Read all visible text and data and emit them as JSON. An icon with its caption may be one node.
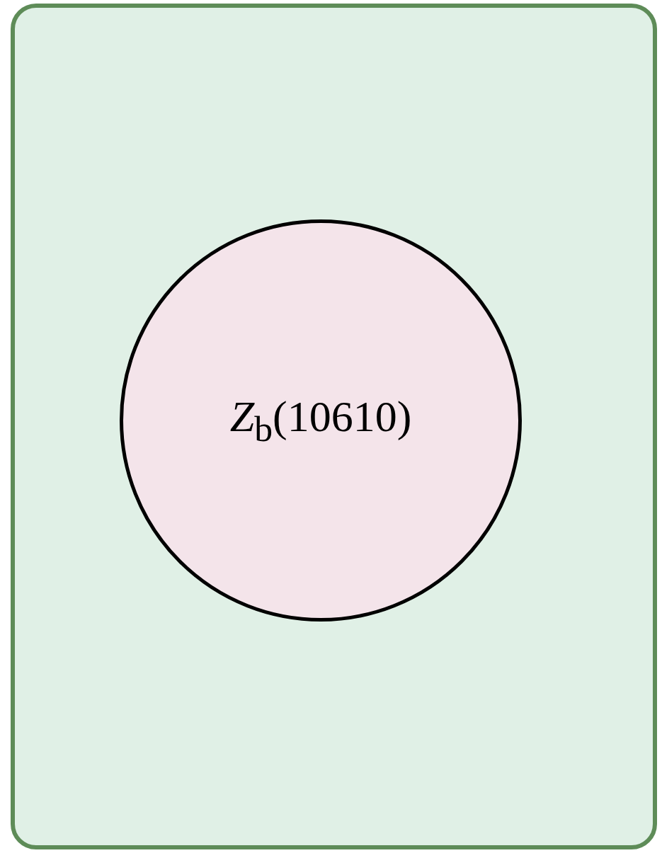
{
  "diagram": {
    "nodes": [
      {
        "text": [],
        "shape": "box"
      },
      {
        "text": [
          "*Z*$_{b}$(10610)"
        ],
        "in": 0
      }
    ]
  }
}
